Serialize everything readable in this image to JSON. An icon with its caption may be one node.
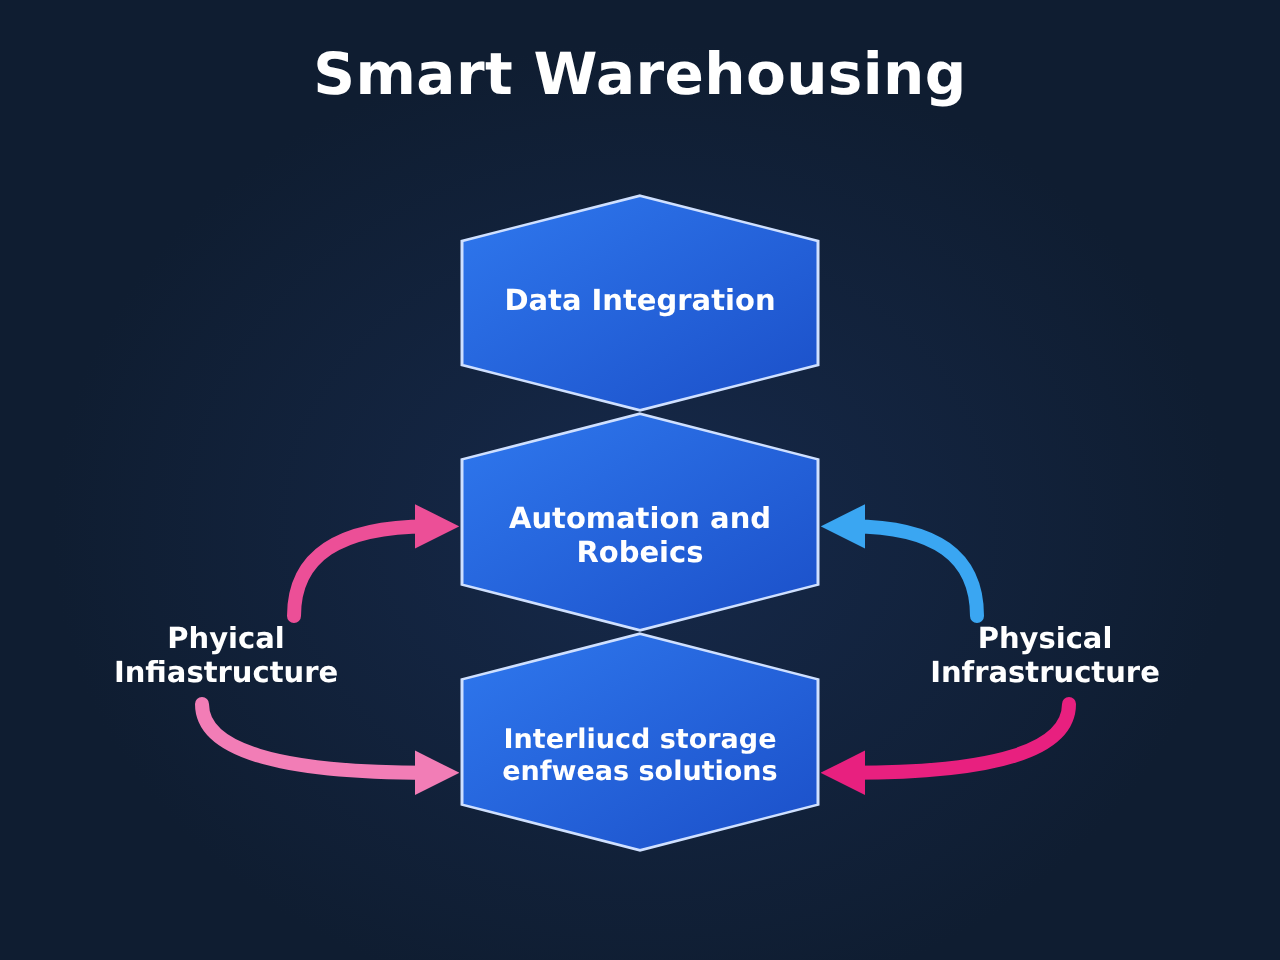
{
  "diagram": {
    "title": "Smart Warehousing",
    "nodes": [
      {
        "text": [
          "Data Integration"
        ]
      },
      {
        "text": [
          "Automation and Robeics"
        ]
      },
      {
        "text": [
          "Interliucd storage enfweas solutions"
        ]
      },
      {
        "text": [
          "Phyical Infiastructure"
        ]
      },
      {
        "text": [
          "Physical Infrastructure"
        ]
      }
    ],
    "edges": [
      {
        "from": 3,
        "to": 1,
        "arrow": "to",
        "color": "#ec4f97"
      },
      {
        "from": 3,
        "to": 2,
        "arrow": "to",
        "color": "#f27db6"
      },
      {
        "from": 4,
        "to": 1,
        "arrow": "to",
        "color": "#3aa6f2"
      },
      {
        "from": 4,
        "to": 2,
        "arrow": "to",
        "color": "#e8207f"
      }
    ]
  }
}
